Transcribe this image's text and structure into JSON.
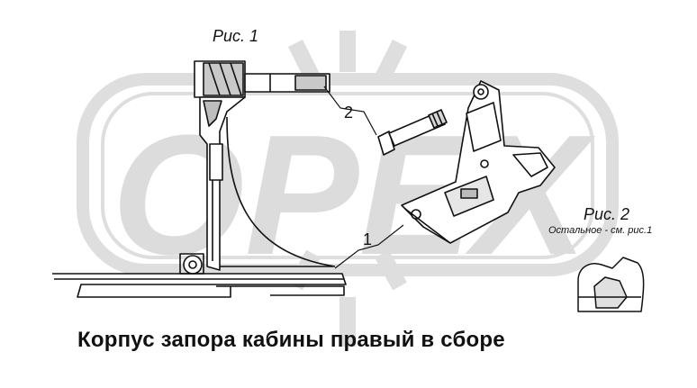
{
  "figure1_label": "Рис. 1",
  "figure2_label": "Рис. 2",
  "figure2_note": "Остальное - см. рис.1",
  "callouts": [
    "1",
    "2"
  ],
  "caption": "Корпус запора кабины правый в сборе",
  "watermark": "OPEX",
  "colors": {
    "watermark": "#dcdcdc",
    "line": "#111111",
    "background": "#ffffff"
  }
}
